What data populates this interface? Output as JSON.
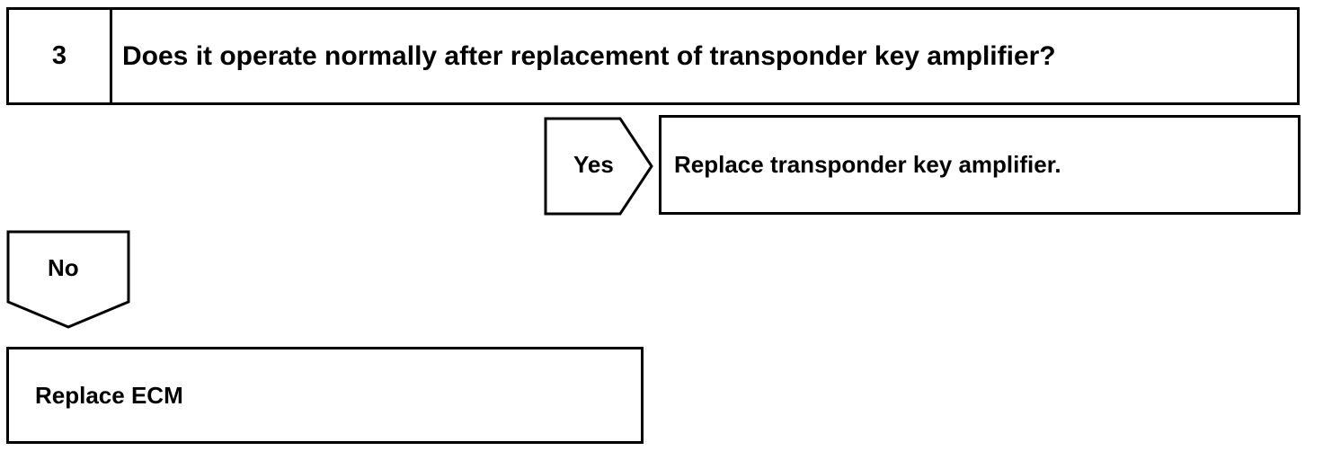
{
  "step": {
    "number": "3",
    "question": "Does it operate normally after replacement of transponder key amplifier?"
  },
  "yes_branch": {
    "label": "Yes",
    "action": "Replace transponder key amplifier."
  },
  "no_branch": {
    "label": "No",
    "action": "Replace ECM"
  }
}
